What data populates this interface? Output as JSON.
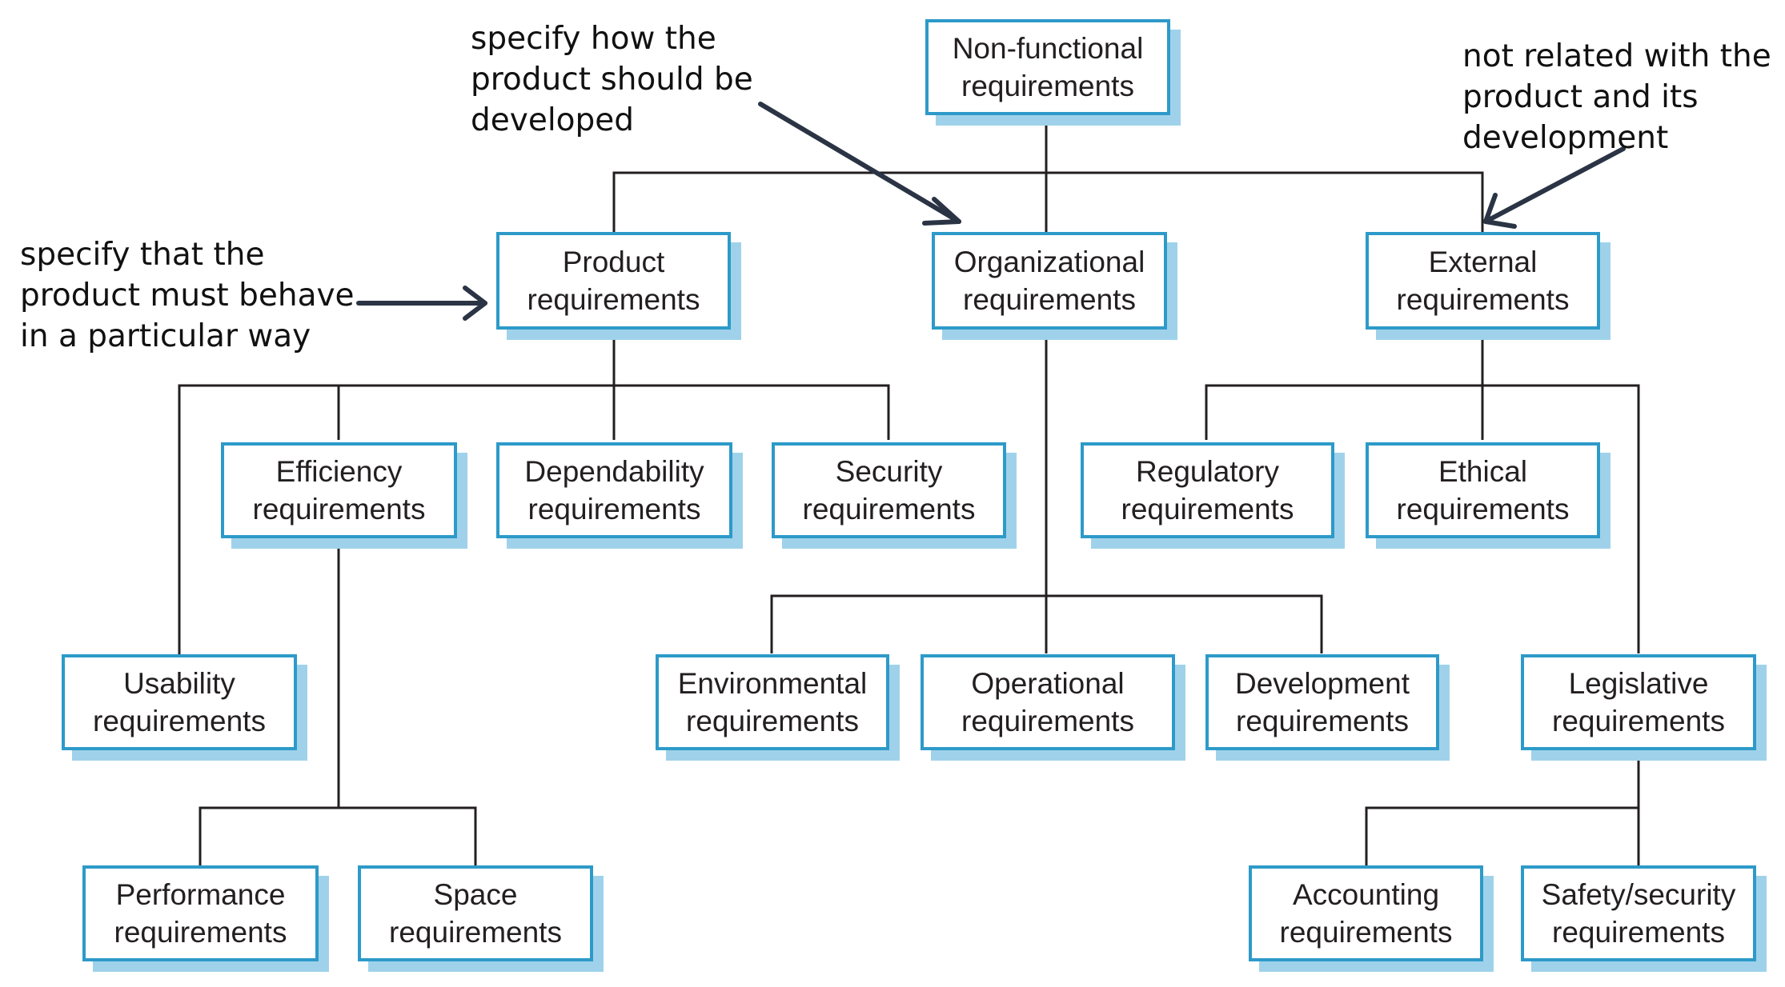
{
  "nodes": {
    "nonfunctional": {
      "line1": "Non-functional",
      "line2": "requirements"
    },
    "product": {
      "line1": "Product",
      "line2": "requirements"
    },
    "organizational": {
      "line1": "Organizational",
      "line2": "requirements"
    },
    "external": {
      "line1": "External",
      "line2": "requirements"
    },
    "efficiency": {
      "line1": "Efficiency",
      "line2": "requirements"
    },
    "dependability": {
      "line1": "Dependability",
      "line2": "requirements"
    },
    "security": {
      "line1": "Security",
      "line2": "requirements"
    },
    "regulatory": {
      "line1": "Regulatory",
      "line2": "requirements"
    },
    "ethical": {
      "line1": "Ethical",
      "line2": "requirements"
    },
    "usability": {
      "line1": "Usability",
      "line2": "requirements"
    },
    "environmental": {
      "line1": "Environmental",
      "line2": "requirements"
    },
    "operational": {
      "line1": "Operational",
      "line2": "requirements"
    },
    "development": {
      "line1": "Development",
      "line2": "requirements"
    },
    "legislative": {
      "line1": "Legislative",
      "line2": "requirements"
    },
    "performance": {
      "line1": "Performance",
      "line2": "requirements"
    },
    "space": {
      "line1": "Space",
      "line2": "requirements"
    },
    "accounting": {
      "line1": "Accounting",
      "line2": "requirements"
    },
    "safety": {
      "line1": "Safety/security",
      "line2": "requirements"
    }
  },
  "annotations": {
    "organizational": {
      "line1": "specify how the",
      "line2": "product should be",
      "line3": "developed"
    },
    "external": {
      "line1": "not related with the",
      "line2": "product and its",
      "line3": "development"
    },
    "product": {
      "line1": "specify that the",
      "line2": "product must behave",
      "line3": "in a particular way"
    }
  },
  "colors": {
    "box_border": "#2d9ac9",
    "box_shadow": "#9fd2ea",
    "connector": "#231f20",
    "arrow": "#2b3444"
  }
}
